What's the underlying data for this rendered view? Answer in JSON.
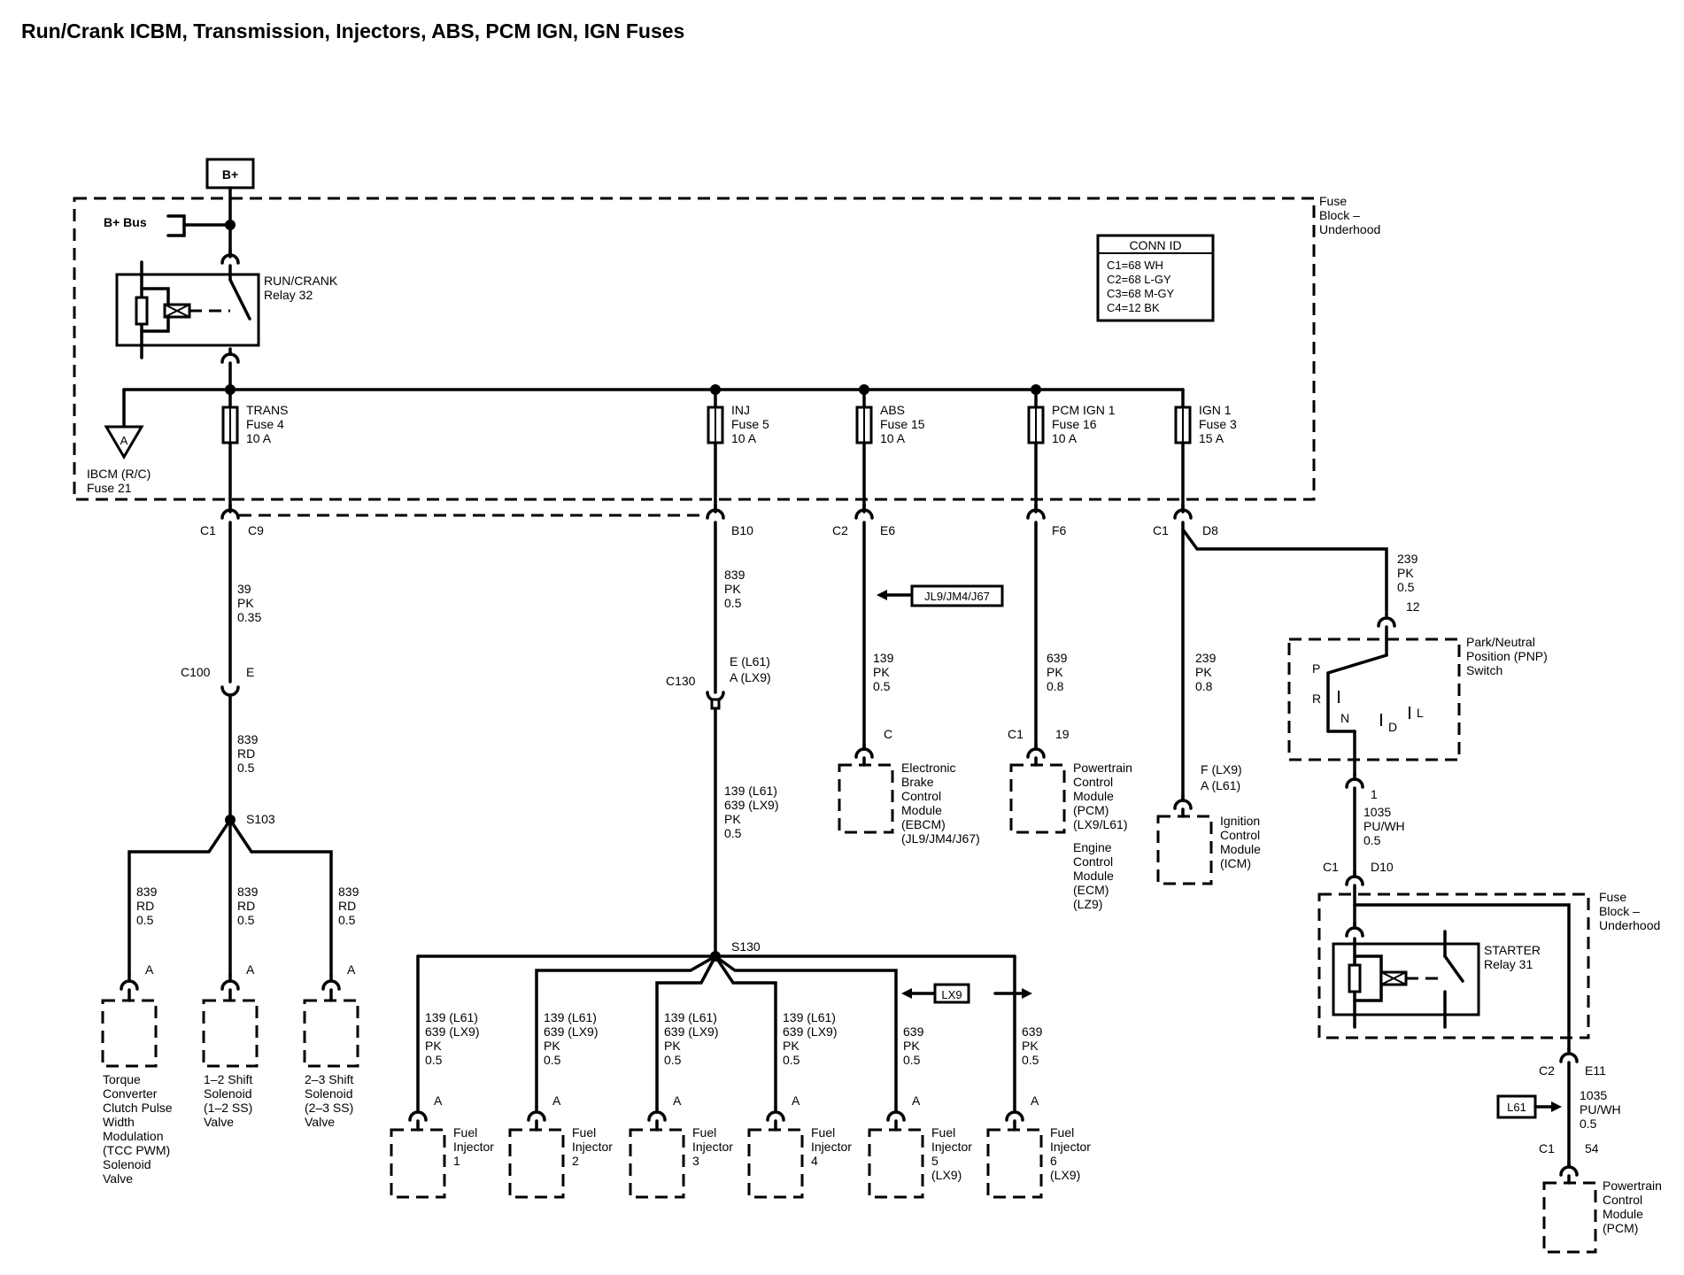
{
  "title": "Run/Crank ICBM, Transmission, Injectors, ABS, PCM IGN, IGN Fuses",
  "bplus": "B+",
  "bplus_bus": "B+ Bus",
  "fuse_block_underhood": [
    "Fuse",
    "Block –",
    "Underhood"
  ],
  "conn_id": {
    "header": "CONN ID",
    "rows": [
      "C1=68 WH",
      "C2=68 L-GY",
      "C3=68 M-GY",
      "C4=12 BK"
    ]
  },
  "relay_runcrank": [
    "RUN/CRANK",
    "Relay 32"
  ],
  "ibcm": [
    "IBCM (R/C)",
    "Fuse 21"
  ],
  "ibcm_letter": "A",
  "fuses": [
    {
      "lines": [
        "TRANS",
        "Fuse 4",
        "10 A"
      ]
    },
    {
      "lines": [
        "INJ",
        "Fuse 5",
        "10 A"
      ]
    },
    {
      "lines": [
        "ABS",
        "Fuse 15",
        "10 A"
      ]
    },
    {
      "lines": [
        "PCM IGN 1",
        "Fuse 16",
        "10 A"
      ]
    },
    {
      "lines": [
        "IGN 1",
        "Fuse 3",
        "15 A"
      ]
    }
  ],
  "conn_labels": {
    "c1_a": "C1",
    "c9": "C9",
    "b10": "B10",
    "c2": "C2",
    "e6": "E6",
    "f6": "F6",
    "c1_b": "C1",
    "d8": "D8",
    "c100": "C100",
    "c100_pin": "E",
    "c130": "C130",
    "c130_pin1": "E (L61)",
    "c130_pin2": "A (LX9)",
    "s103": "S103",
    "s130": "S130",
    "ebcm_pin": "C",
    "pcm_conn": "C1",
    "pcm_pin": "19",
    "icm_pin1": "F (LX9)",
    "icm_pin2": "A (L61)",
    "pnp_pin_in": "12",
    "pnp_pin_out": "1",
    "d10_conn": "C1",
    "d10_pin": "D10",
    "e11_conn": "C2",
    "e11_pin": "E11",
    "pcm2_conn": "C1",
    "pcm2_pin": "54"
  },
  "wires": {
    "trans_top": [
      "39",
      "PK",
      "0.35"
    ],
    "trans_mid": [
      "839",
      "RD",
      "0.5"
    ],
    "inj_top": [
      "839",
      "PK",
      "0.5"
    ],
    "inj_mid": [
      "139 (L61)",
      "639 (LX9)",
      "PK",
      "0.5"
    ],
    "abs": [
      "139",
      "PK",
      "0.5"
    ],
    "pcm": [
      "639",
      "PK",
      "0.8"
    ],
    "ign": [
      "239",
      "PK",
      "0.8"
    ],
    "pnp_in": [
      "239",
      "PK",
      "0.5"
    ],
    "pnp_out": [
      "1035",
      "PU/WH",
      "0.5"
    ],
    "starter_out": [
      "1035",
      "PU/WH",
      "0.5"
    ],
    "sol": [
      "839",
      "RD",
      "0.5"
    ],
    "inj_a": [
      "139 (L61)",
      "639 (LX9)",
      "PK",
      "0.5"
    ],
    "inj_b": [
      "639",
      "PK",
      "0.5"
    ]
  },
  "pin_a": "A",
  "option_jl9": "JL9/JM4/J67",
  "option_lx9": "LX9",
  "option_l61": "L61",
  "ebcm": [
    "Electronic",
    "Brake",
    "Control",
    "Module",
    "(EBCM)",
    "(JL9/JM4/J67)"
  ],
  "pcm_module": [
    "Powertrain",
    "Control",
    "Module",
    "(PCM)",
    "(LX9/L61)"
  ],
  "ecm_module": [
    "Engine",
    "Control",
    "Module",
    "(ECM)",
    "(LZ9)"
  ],
  "icm": [
    "Ignition",
    "Control",
    "Module",
    "(ICM)"
  ],
  "pnp_switch": [
    "Park/Neutral",
    "Position (PNP)",
    "Switch"
  ],
  "pnp_positions": {
    "p": "P",
    "r": "R",
    "n": "N",
    "d": "D",
    "l": "L"
  },
  "starter_relay": [
    "STARTER",
    "Relay 31"
  ],
  "pcm2": [
    "Powertrain",
    "Control",
    "Module",
    "(PCM)"
  ],
  "solenoids": [
    [
      "Torque",
      "Converter",
      "Clutch Pulse",
      "Width",
      "Modulation",
      "(TCC PWM)",
      "Solenoid",
      "Valve"
    ],
    [
      "1–2 Shift",
      "Solenoid",
      "(1–2 SS)",
      "Valve"
    ],
    [
      "2–3 Shift",
      "Solenoid",
      "(2–3 SS)",
      "Valve"
    ]
  ],
  "injectors": [
    [
      "Fuel",
      "Injector",
      "1"
    ],
    [
      "Fuel",
      "Injector",
      "2"
    ],
    [
      "Fuel",
      "Injector",
      "3"
    ],
    [
      "Fuel",
      "Injector",
      "4"
    ],
    [
      "Fuel",
      "Injector",
      "5",
      "(LX9)"
    ],
    [
      "Fuel",
      "Injector",
      "6",
      "(LX9)"
    ]
  ]
}
